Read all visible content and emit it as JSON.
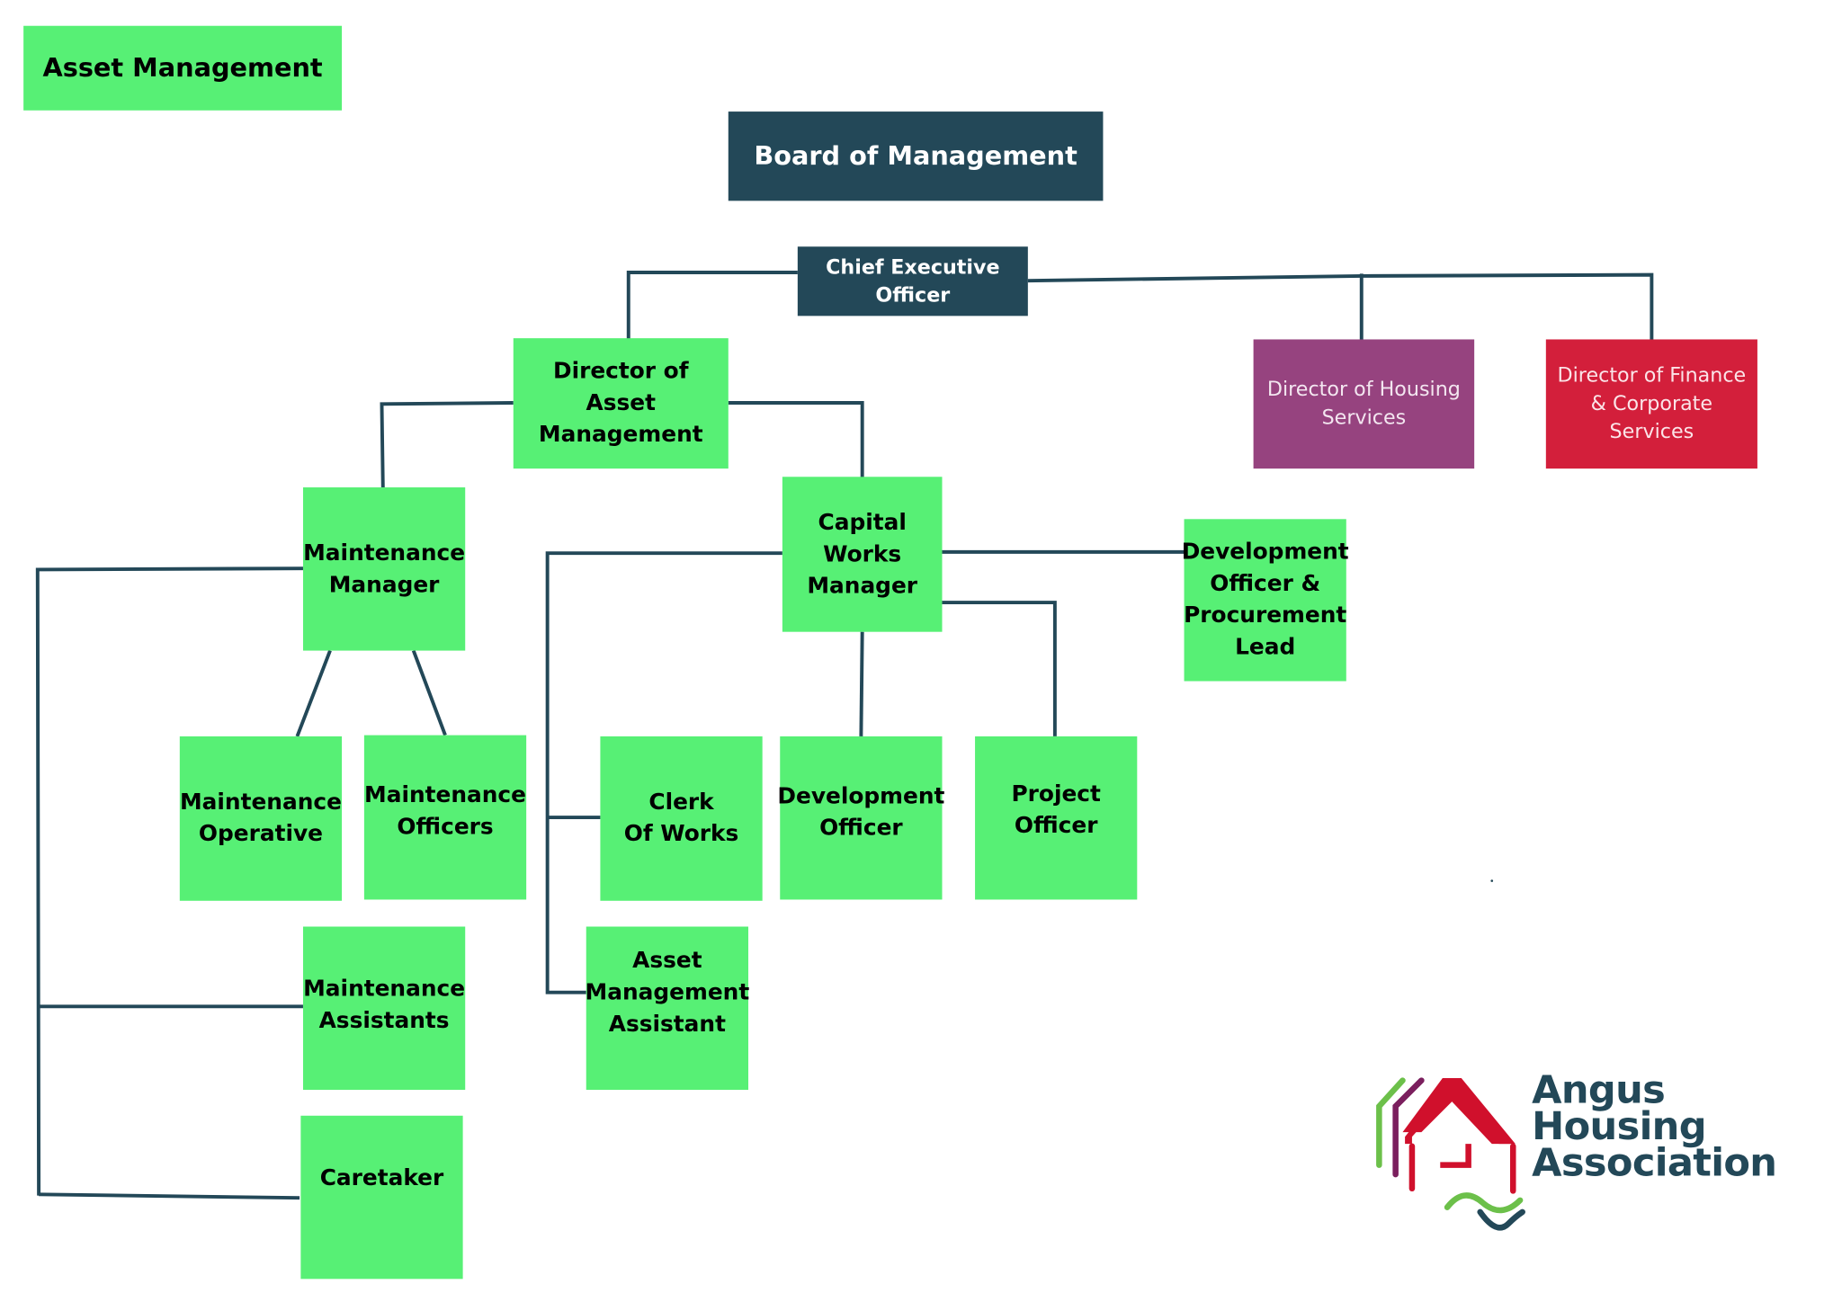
{
  "title_badge": "Asset Management",
  "board": "Board of Management",
  "ceo": "Chief Executive\nOfficer",
  "directors": {
    "asset": "Director of\nAsset\nManagement",
    "housing": "Director of Housing\nServices",
    "finance": "Director of Finance\n& Corporate\nServices"
  },
  "managers": {
    "maintenance": "Maintenance\nManager",
    "capital_works": "Capital\nWorks\nManager"
  },
  "roles": {
    "dev_proc_lead": "Development\nOfficer &\nProcurement\nLead",
    "maintenance_operative": "Maintenance\nOperative",
    "maintenance_officers": "Maintenance\nOfficers",
    "clerk_of_works": "Clerk\nOf Works",
    "development_officer": "Development\nOfficer",
    "project_officer": "Project\nOfficer",
    "maintenance_assistants": "Maintenance\nAssistants",
    "asset_mgmt_assistant": "Asset\nManagement\nAssistant",
    "caretaker": "Caretaker"
  },
  "logo": {
    "line1": "Angus",
    "line2": "Housing",
    "line3": "Association",
    "colors": {
      "navy": "#234858",
      "red": "#d0102c",
      "purple": "#7b1f5e",
      "green": "#6cc04a"
    }
  },
  "colors": {
    "green_box": "#57f075",
    "dark_box": "#234858",
    "purple_box": "#96437f",
    "red_box": "#d31f3b",
    "connector": "#234858"
  }
}
